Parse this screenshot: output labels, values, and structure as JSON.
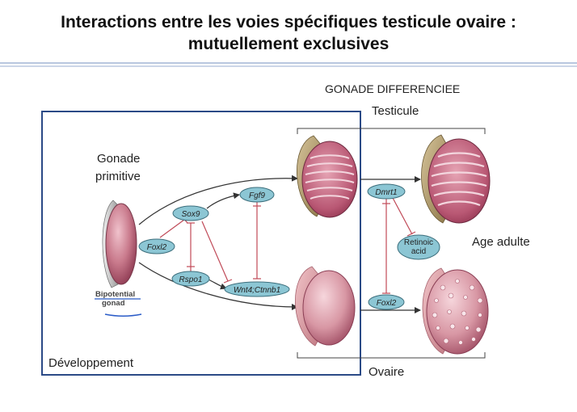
{
  "title": {
    "line1": "Interactions entre les voies spécifiques testicule ovaire :",
    "line2": "mutuellement exclusives"
  },
  "labels": {
    "gonade_differenciee": "GONADE DIFFERENCIEE",
    "testicule": "Testicule",
    "ovaire": "Ovaire",
    "gonade_primitive_1": "Gonade",
    "gonade_primitive_2": "primitive",
    "age_adulte": "Age adulte",
    "developpement": "Développement",
    "bipotential_1": "Bipotential",
    "bipotential_2": "gonad"
  },
  "genes": {
    "sox9": "Sox9",
    "fgf9": "Fgf9",
    "foxl2": "Foxl2",
    "rspo1": "Rspo1",
    "wnt4": "Wnt4;Ctnnb1",
    "dmrt1": "Dmrt1",
    "retinoic_1": "Retinoic",
    "retinoic_2": "acid",
    "foxl2_adult": "Foxl2"
  },
  "colors": {
    "frame": "#2b4a86",
    "gene_fill": "#8cc6d4",
    "gene_stroke": "#3d6f7d",
    "inhibition": "#c04a58",
    "arrow": "#333333",
    "testis_pink": "#c56a82",
    "ovary_pink": "#d48a98",
    "underline": "#2b5cc8"
  }
}
